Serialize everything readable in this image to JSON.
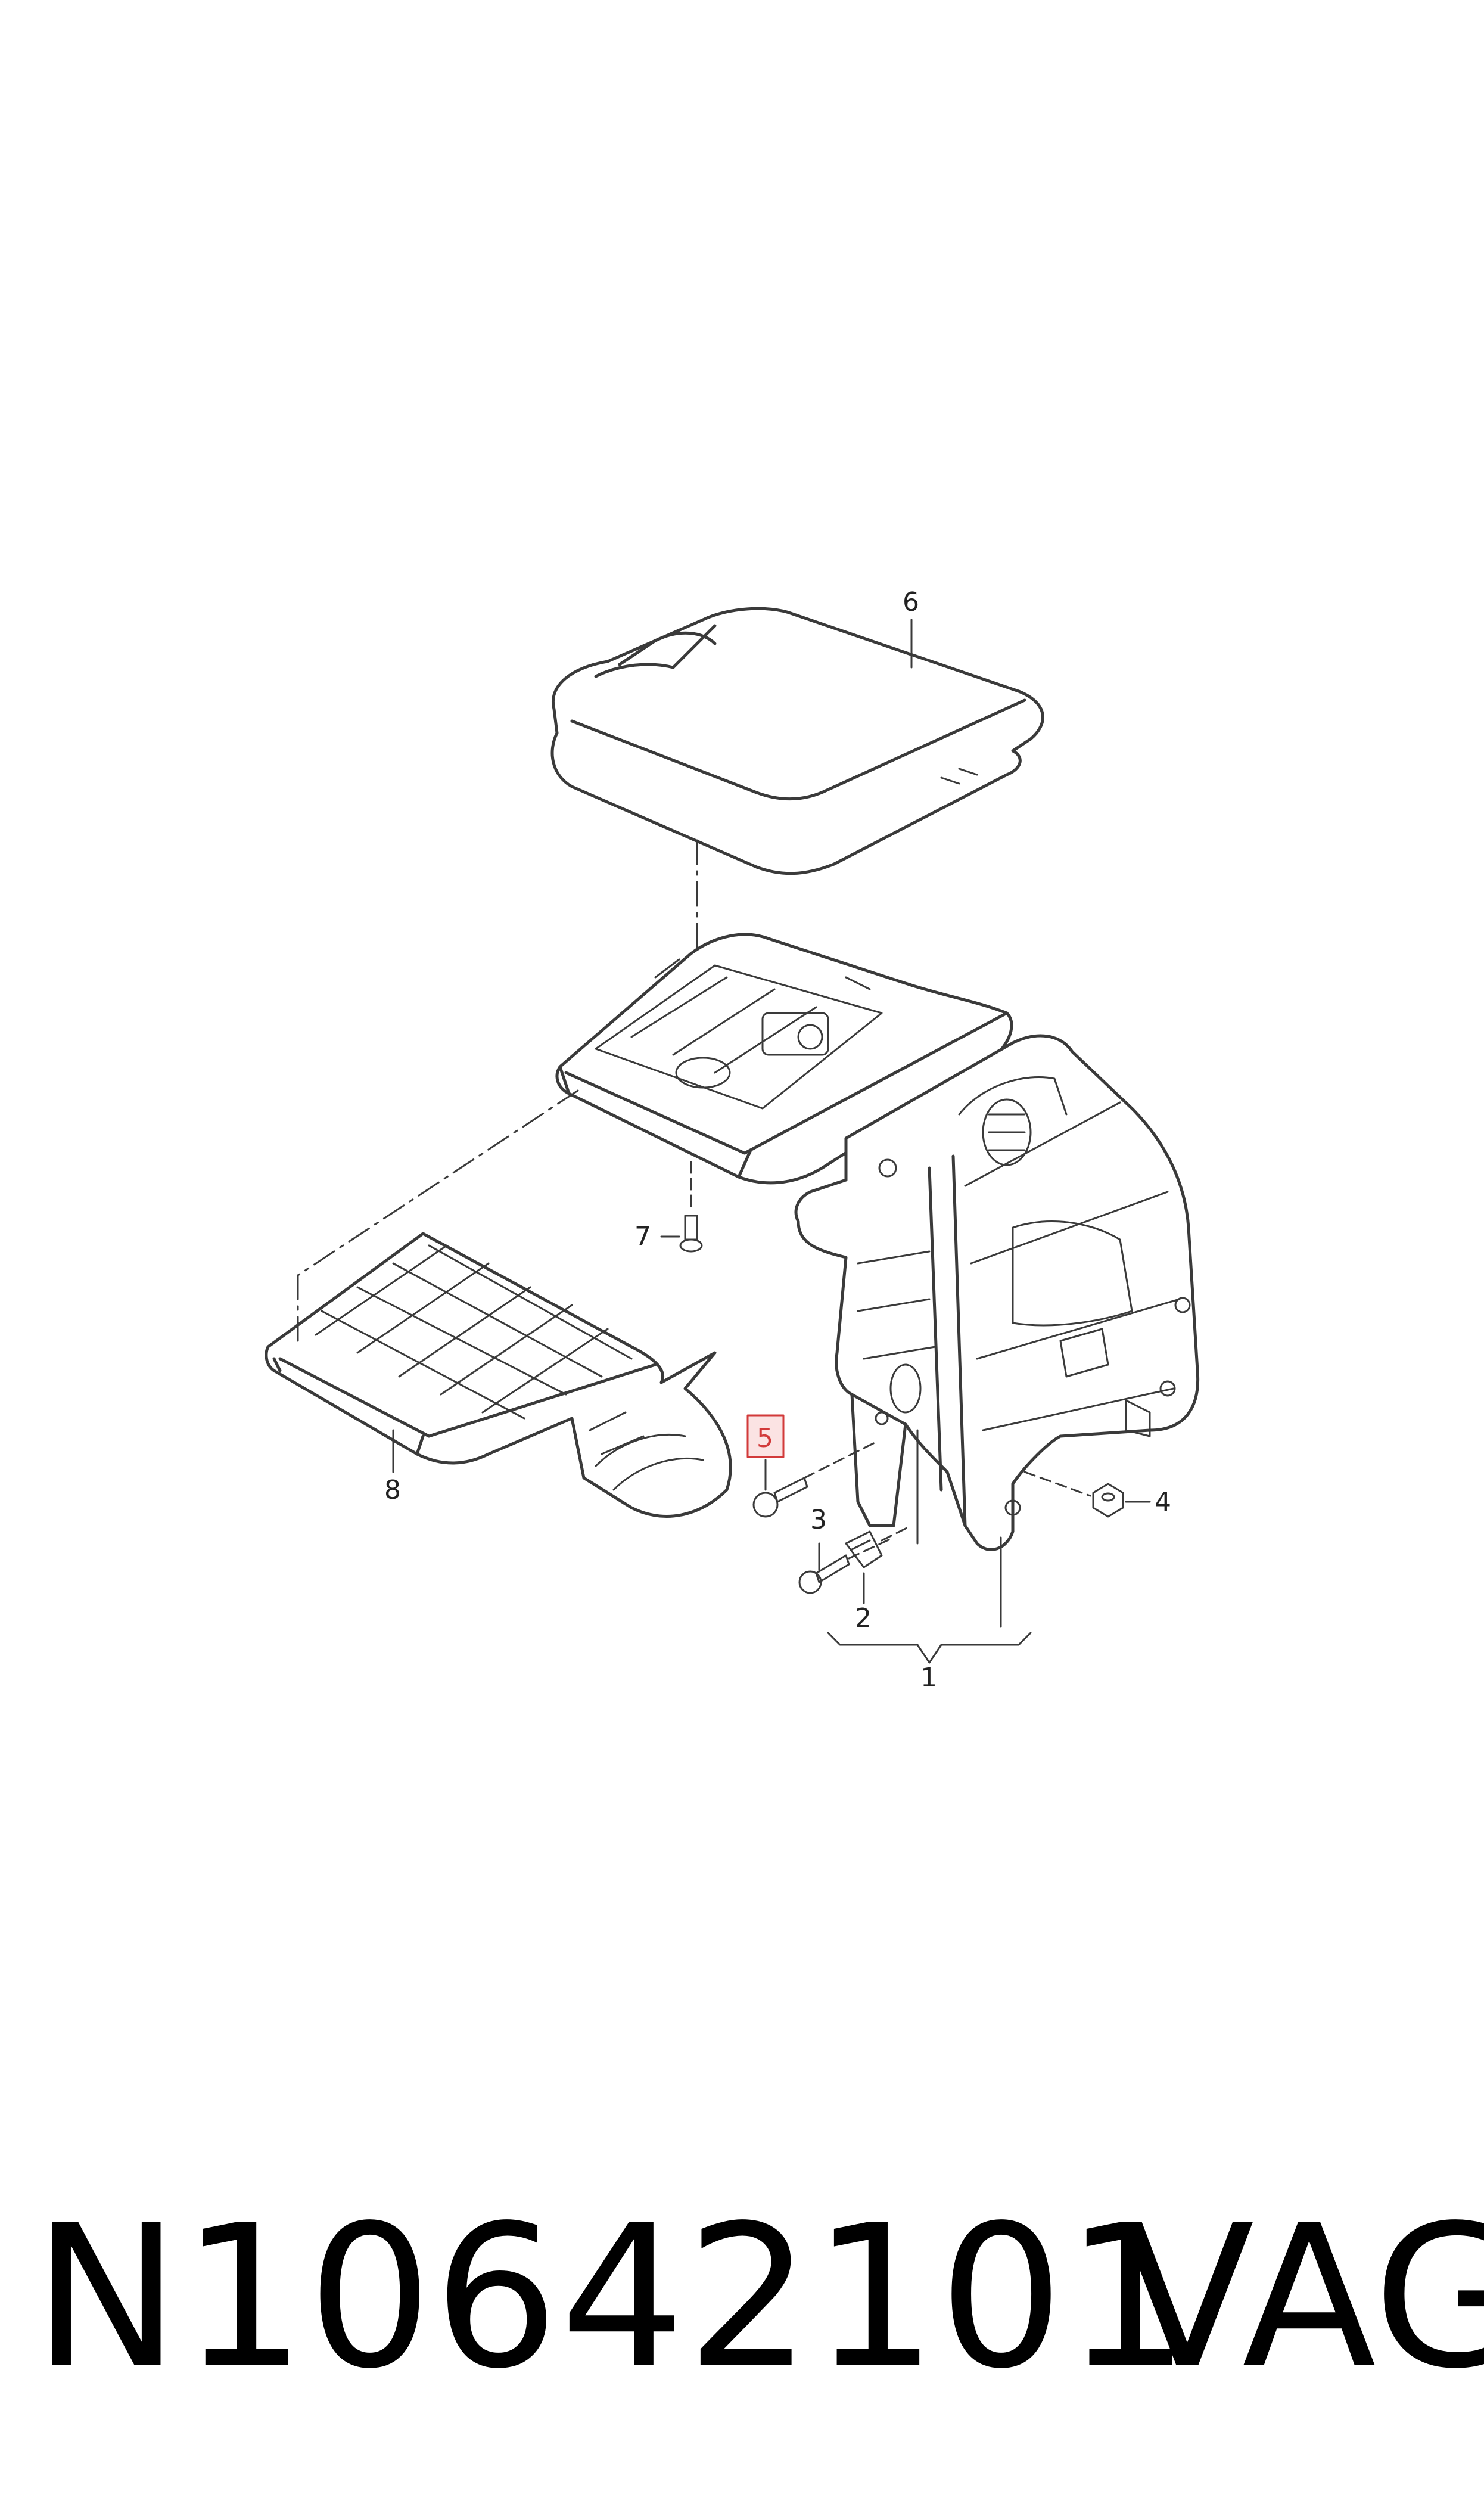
{
  "callouts": {
    "c1": "1",
    "c2": "2",
    "c3": "3",
    "c4": "4",
    "c5": "5",
    "c6": "6",
    "c7": "7",
    "c8": "8"
  },
  "highlight_color": "#d23a3a",
  "highlight_fill": "#fbe3e3",
  "caption": {
    "part_number": "N10642101",
    "brand": "VAG"
  }
}
